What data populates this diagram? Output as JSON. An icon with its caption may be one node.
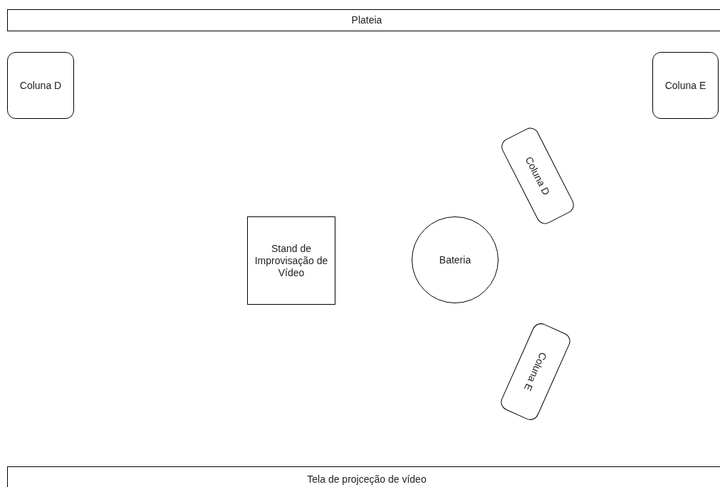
{
  "diagram": {
    "nodes": [
      {
        "text": [
          "Plateia"
        ]
      },
      {
        "text": [
          "Coluna D"
        ]
      },
      {
        "text": [
          "Coluna E"
        ]
      },
      {
        "text": [
          "Coluna D"
        ]
      },
      {
        "text": [
          "Stand de Improvisação de Vídeo"
        ]
      },
      {
        "text": [
          "Bateria"
        ]
      },
      {
        "text": [
          "Coluna E"
        ]
      },
      {
        "text": [
          "Tela de projceção de vídeo"
        ]
      }
    ]
  }
}
